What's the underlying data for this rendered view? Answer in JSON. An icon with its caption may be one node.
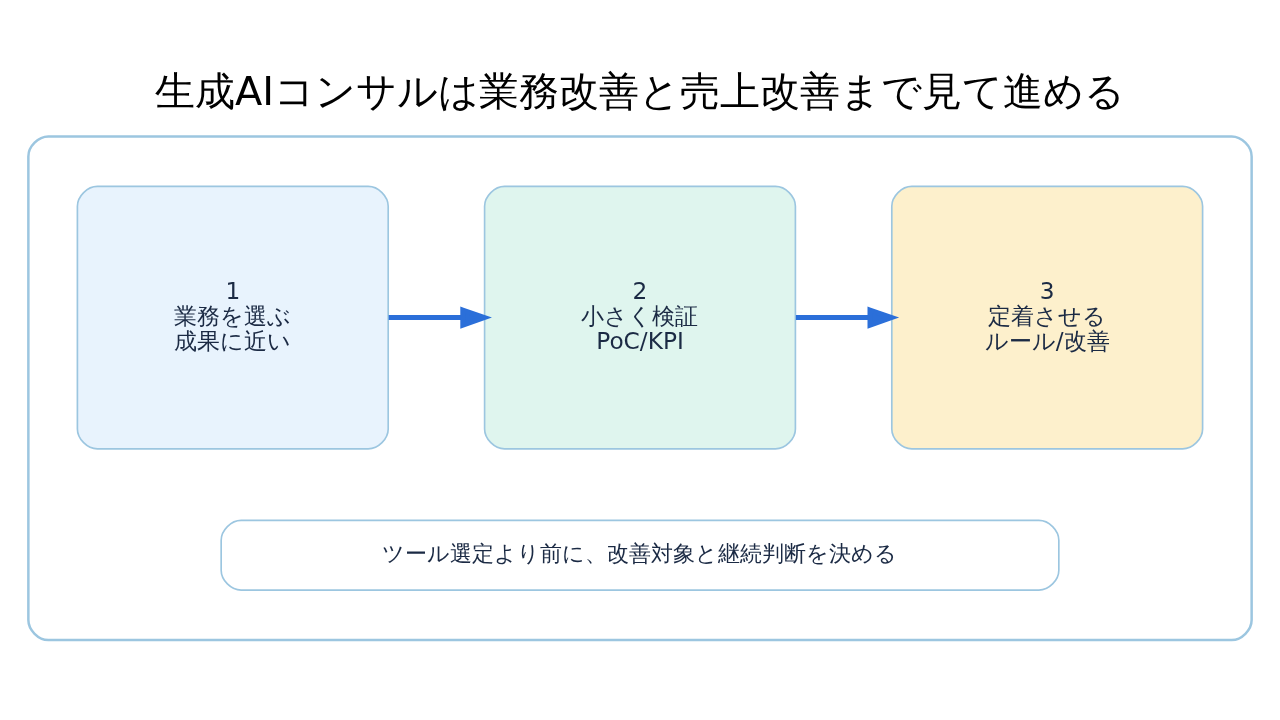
{
  "diagram": {
    "title": "生成AIコンサルは業務改善と売上改善まで見て進める",
    "nodes": [
      {
        "text": [],
        "shape": "box"
      },
      {
        "text": [
          "1",
          "業務を選ぶ",
          "成果に近い"
        ],
        "in": 0
      },
      {
        "text": [
          "2",
          "小さく検証",
          "PoC/KPI"
        ],
        "in": 0
      },
      {
        "text": [
          "3",
          "定着させる",
          "ルール/改善"
        ],
        "in": 0
      },
      {
        "text": [
          "ツール選定より前に、改善対象と継続判断を決める"
        ],
        "in": 0
      }
    ],
    "edges": [
      {
        "from": 1,
        "to": 2,
        "arrow": "to",
        "color": "#2b6fd9"
      },
      {
        "from": 2,
        "to": 3,
        "arrow": "to",
        "color": "#2b6fd9"
      }
    ]
  }
}
